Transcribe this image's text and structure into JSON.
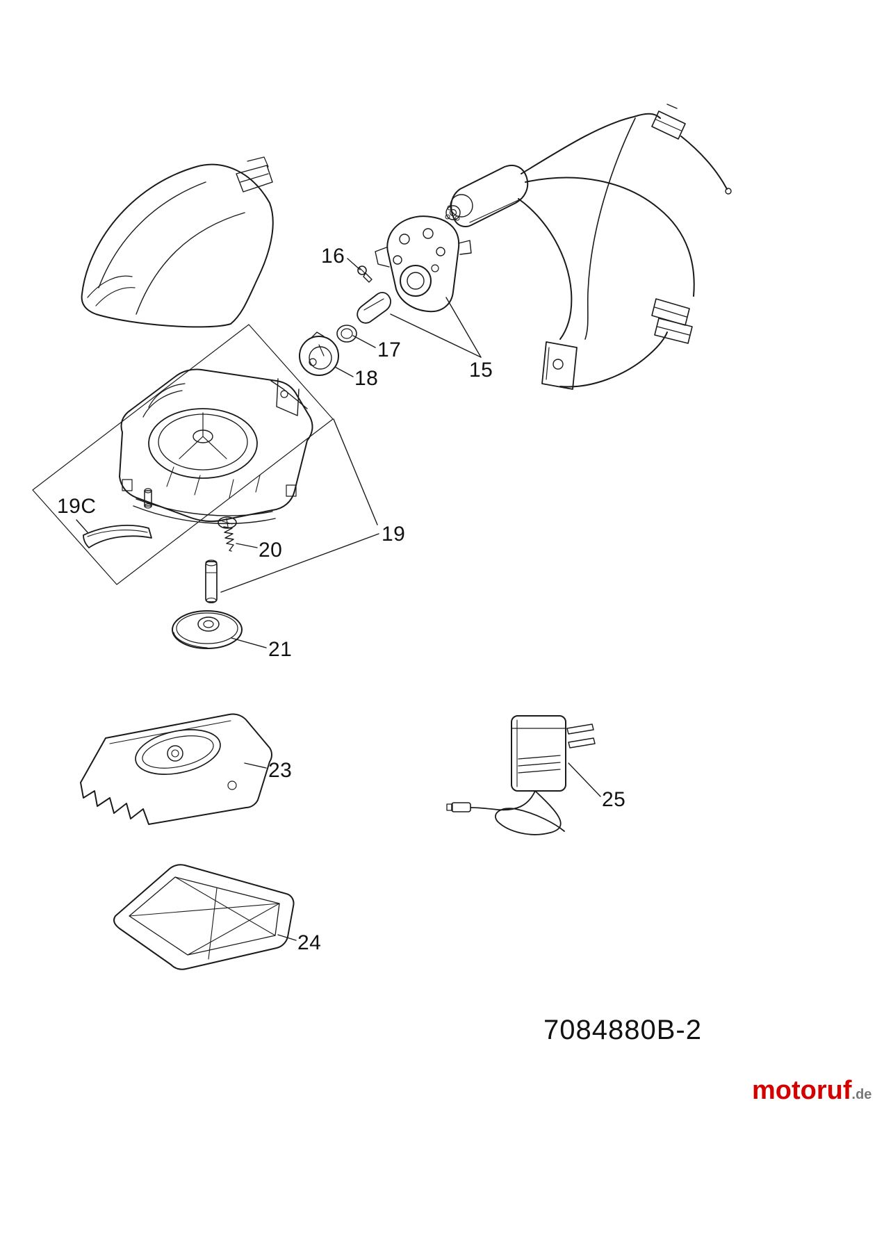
{
  "diagram": {
    "part_labels": [
      {
        "id": "15"
      },
      {
        "id": "16"
      },
      {
        "id": "17"
      },
      {
        "id": "18"
      },
      {
        "id": "19"
      },
      {
        "id": "19C"
      },
      {
        "id": "20"
      },
      {
        "id": "21"
      },
      {
        "id": "23"
      },
      {
        "id": "24"
      },
      {
        "id": "25"
      }
    ],
    "part_number": "7084880B-2"
  },
  "footer": {
    "brand": "motoruf",
    "brand_suffix": ".de"
  },
  "colors": {
    "line": "#1a1a1a",
    "brand_red": "#d40000"
  }
}
